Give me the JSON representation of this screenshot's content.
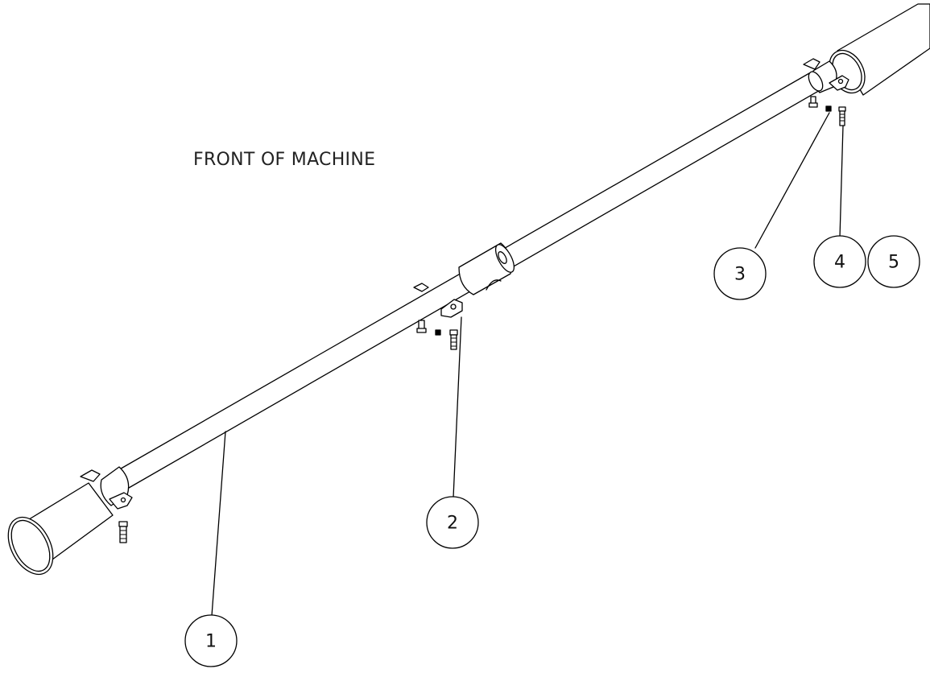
{
  "note": "FRONT OF MACHINE",
  "balloons": [
    "1",
    "2",
    "3",
    "4",
    "5"
  ]
}
